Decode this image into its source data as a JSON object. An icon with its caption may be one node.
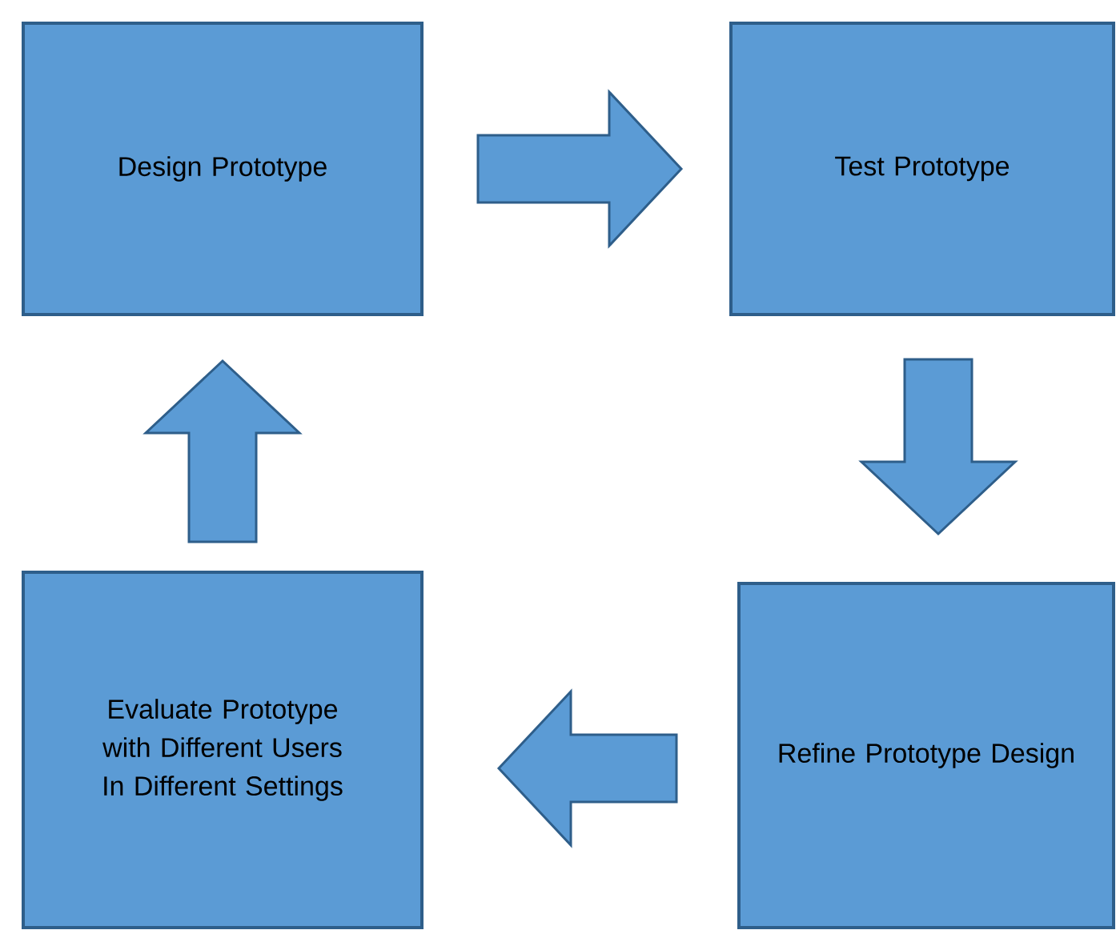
{
  "diagram": {
    "nodes": [
      {
        "text": [
          "Design Prototype"
        ]
      },
      {
        "text": [
          "Test Prototype"
        ]
      },
      {
        "text": [
          "Refine Prototype Design"
        ]
      },
      {
        "text": [
          "Evaluate Prototype with Different Users In Different Settings"
        ]
      }
    ],
    "edges": [
      {
        "from": 0,
        "to": 1,
        "arrow": "to"
      },
      {
        "from": 1,
        "to": 2,
        "arrow": "to"
      },
      {
        "from": 2,
        "to": 3,
        "arrow": "to"
      },
      {
        "from": 3,
        "to": 0,
        "arrow": "to"
      }
    ]
  }
}
